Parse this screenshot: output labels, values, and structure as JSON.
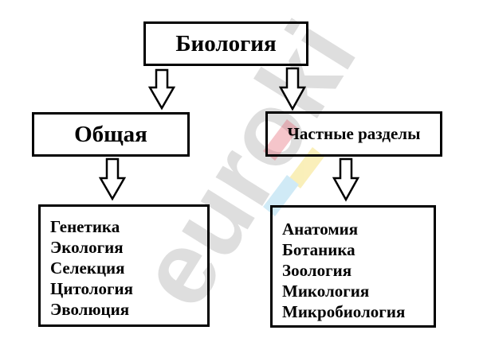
{
  "diagram": {
    "root": "Биология",
    "general": "Общая",
    "special": "Частные разделы",
    "general_list": [
      "Генетика",
      "Экология",
      "Селекция",
      "Цитология",
      "Эволюция"
    ],
    "special_list": [
      "Анатомия",
      "Ботаника",
      "Зоология",
      "Микология",
      "Микробиология"
    ],
    "watermark": "euroki"
  }
}
